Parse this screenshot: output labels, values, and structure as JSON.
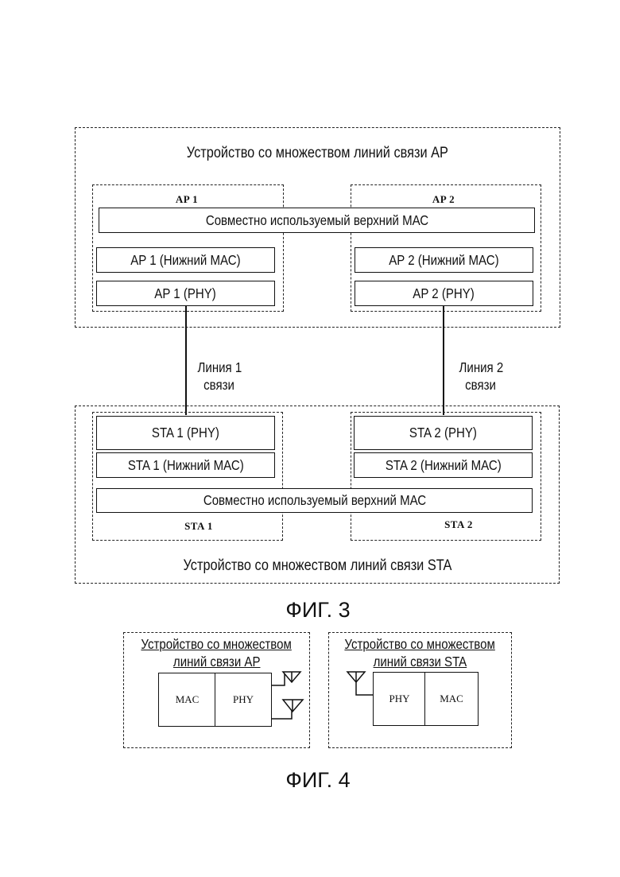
{
  "fig3": {
    "caption": "ФИГ. 3",
    "ap_device": {
      "title": "Устройство со множеством линий связи AP",
      "ap1": {
        "label": "AP 1",
        "lower_mac": "AP 1 (Нижний МАС)",
        "phy": "AP 1 (PHY)"
      },
      "ap2": {
        "label": "AP 2",
        "lower_mac": "AP 2 (Нижний МАС)",
        "phy": "AP 2 (PHY)"
      },
      "shared_upper_mac": "Совместно используемый верхний МАС"
    },
    "links": {
      "link1_line1": "Линия 1",
      "link1_line2": "связи",
      "link2_line1": "Линия 2",
      "link2_line2": "связи"
    },
    "sta_device": {
      "title": "Устройство со множеством линий связи STA",
      "sta1": {
        "label": "STA 1",
        "phy": "STA 1 (PHY)",
        "lower_mac": "STA 1 (Нижний МАС)"
      },
      "sta2": {
        "label": "STA 2",
        "phy": "STA 2 (PHY)",
        "lower_mac": "STA 2 (Нижний МАС)"
      },
      "shared_upper_mac": "Совместно используемый верхний МАС"
    }
  },
  "fig4": {
    "caption": "ФИГ. 4",
    "ap_device": {
      "title_line1": "Устройство со множеством",
      "title_line2": "линий связи AP",
      "mac": "MAC",
      "phy": "PHY"
    },
    "sta_device": {
      "title_line1": "Устройство со множеством",
      "title_line2": "линий связи STA",
      "phy": "PHY",
      "mac": "MAC"
    }
  }
}
